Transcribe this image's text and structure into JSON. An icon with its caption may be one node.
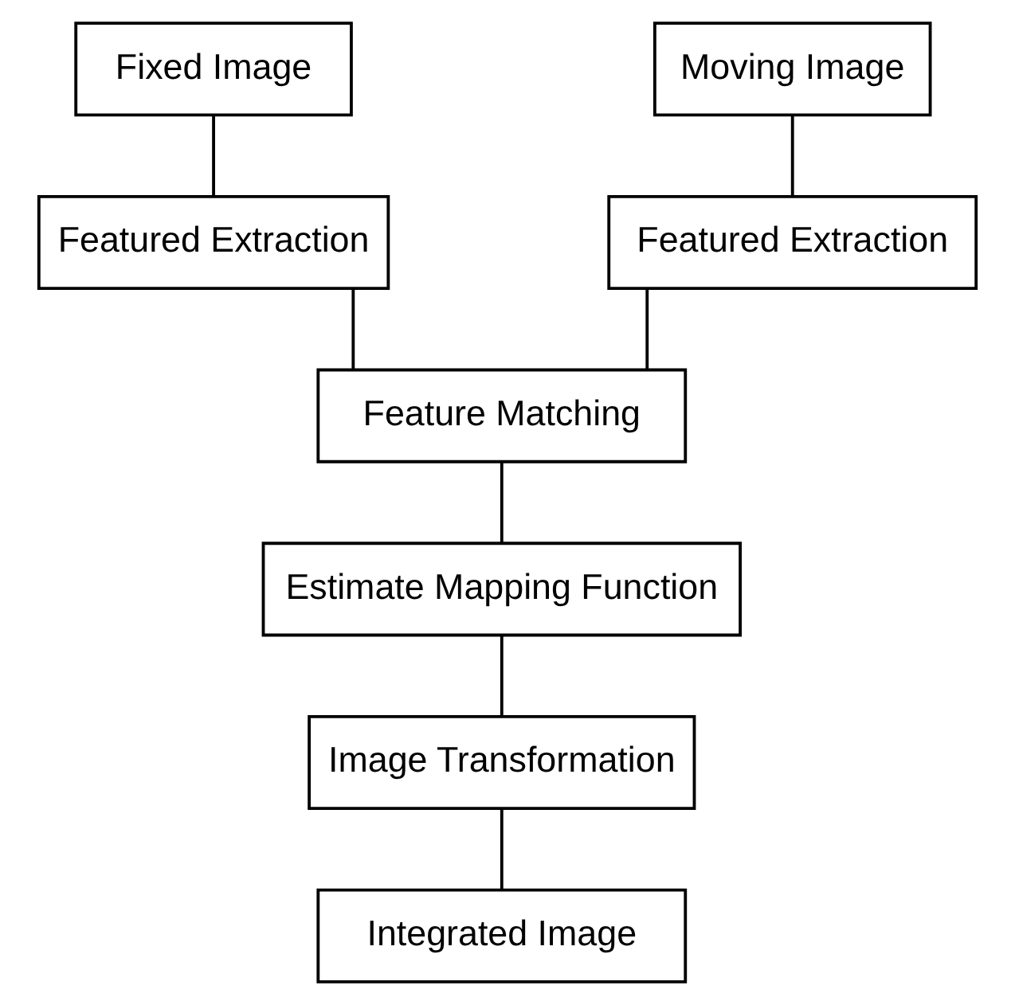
{
  "diagram": {
    "nodes": [
      {
        "text": [
          "Fixed Image"
        ]
      },
      {
        "text": [
          "Moving Image"
        ]
      },
      {
        "text": [
          "Featured Extraction"
        ]
      },
      {
        "text": [
          "Featured Extraction"
        ]
      },
      {
        "text": [
          "Feature Matching"
        ]
      },
      {
        "text": [
          "Estimate Mapping Function"
        ]
      },
      {
        "text": [
          "Image Transformation"
        ]
      },
      {
        "text": [
          "Integrated Image"
        ]
      }
    ],
    "edges": [
      {
        "from": 0,
        "to": 2,
        "arrow": "none"
      },
      {
        "from": 1,
        "to": 3,
        "arrow": "none"
      },
      {
        "from": 2,
        "to": 4,
        "arrow": "none"
      },
      {
        "from": 3,
        "to": 4,
        "arrow": "none"
      },
      {
        "from": 4,
        "to": 5,
        "arrow": "none"
      },
      {
        "from": 5,
        "to": 6,
        "arrow": "none"
      },
      {
        "from": 6,
        "to": 7,
        "arrow": "none"
      }
    ]
  }
}
